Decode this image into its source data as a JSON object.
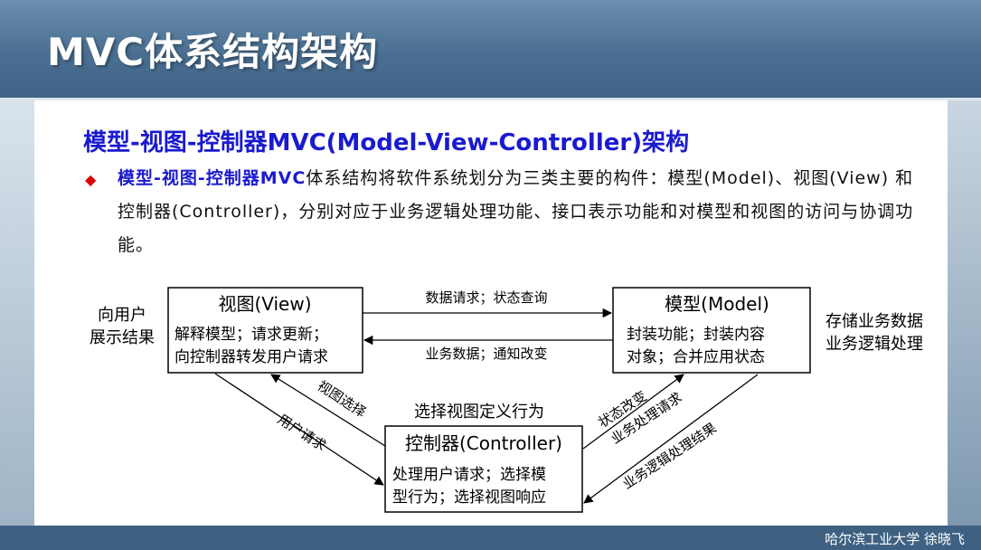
{
  "header": {
    "title": "MVC体系结构架构"
  },
  "subheading": "模型-视图-控制器MVC(Model-View-Controller)架构",
  "bullet": {
    "lead": "模型-视图-控制器MVC",
    "text": "体系结构将软件系统划分为三类主要的构件：模型(Model)、视图(View) 和控制器(Controller)，分别对应于业务逻辑处理功能、接口表示功能和对模型和视图的访问与协调功能。"
  },
  "diagram": {
    "view_box": {
      "title": "视图(View)",
      "lines": [
        "解释模型；请求更新；",
        "向控制器转发用户请求"
      ]
    },
    "model_box": {
      "title": "模型(Model)",
      "lines": [
        "封装功能；封装内容",
        "对象；合并应用状态"
      ]
    },
    "controller_box": {
      "title": "控制器(Controller)",
      "lines": [
        "处理用户请求；选择模",
        "型行为；选择视图响应"
      ]
    },
    "left_note": [
      "向用户",
      "展示结果"
    ],
    "right_note": [
      "存储业务数据",
      "业务逻辑处理"
    ],
    "labels": {
      "view_to_model": "数据请求；状态查询",
      "model_to_view": "业务数据；通知改变",
      "controller_to_view": "视图选择",
      "view_to_controller": "用户请求",
      "above_controller": "选择视图定义行为",
      "controller_to_model_1": "状态改变",
      "controller_to_model_2": "业务处理请求",
      "model_to_controller": "业务逻辑处理结果"
    }
  },
  "footer": {
    "credit": "哈尔滨工业大学 徐晓飞"
  },
  "colors": {
    "title_blue": "#1a1ad0",
    "bullet_red": "#e00000",
    "header_blue": "#4a6f92"
  }
}
